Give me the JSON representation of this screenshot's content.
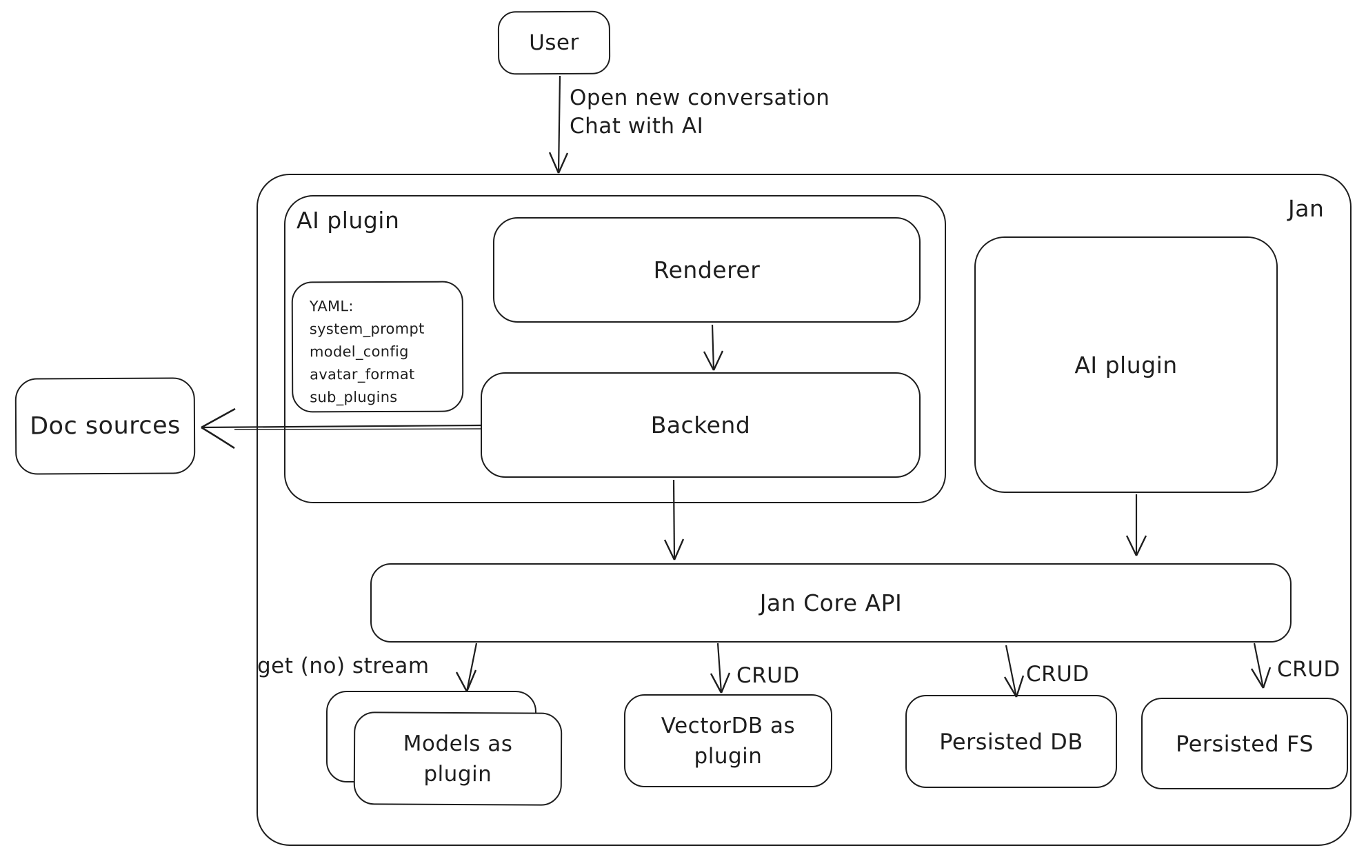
{
  "diagram": {
    "type": "architecture-sketch",
    "nodes": {
      "user": "User",
      "jan_container_label": "Jan",
      "ai_plugin_left_label": "AI plugin",
      "renderer": "Renderer",
      "backend": "Backend",
      "yaml_note": {
        "title": "YAML:",
        "lines": [
          "system_prompt",
          "model_config",
          "avatar_format",
          "sub_plugins"
        ]
      },
      "doc_sources": "Doc sources",
      "ai_plugin_right": "AI plugin",
      "jan_core_api": "Jan Core API",
      "models_as_plugin": "Models as plugin",
      "vectordb_as_plugin": "VectorDB as plugin",
      "persisted_db": "Persisted DB",
      "persisted_fs": "Persisted FS"
    },
    "edge_labels": {
      "open_new_conversation": "Open new conversation",
      "chat_with_ai": "Chat with AI",
      "get_no_stream": "get (no) stream",
      "crud_vectordb": "CRUD",
      "crud_persisted_db": "CRUD",
      "crud_persisted_fs": "CRUD"
    },
    "colors": {
      "stroke": "#1e1e1e",
      "background": "#ffffff"
    }
  }
}
